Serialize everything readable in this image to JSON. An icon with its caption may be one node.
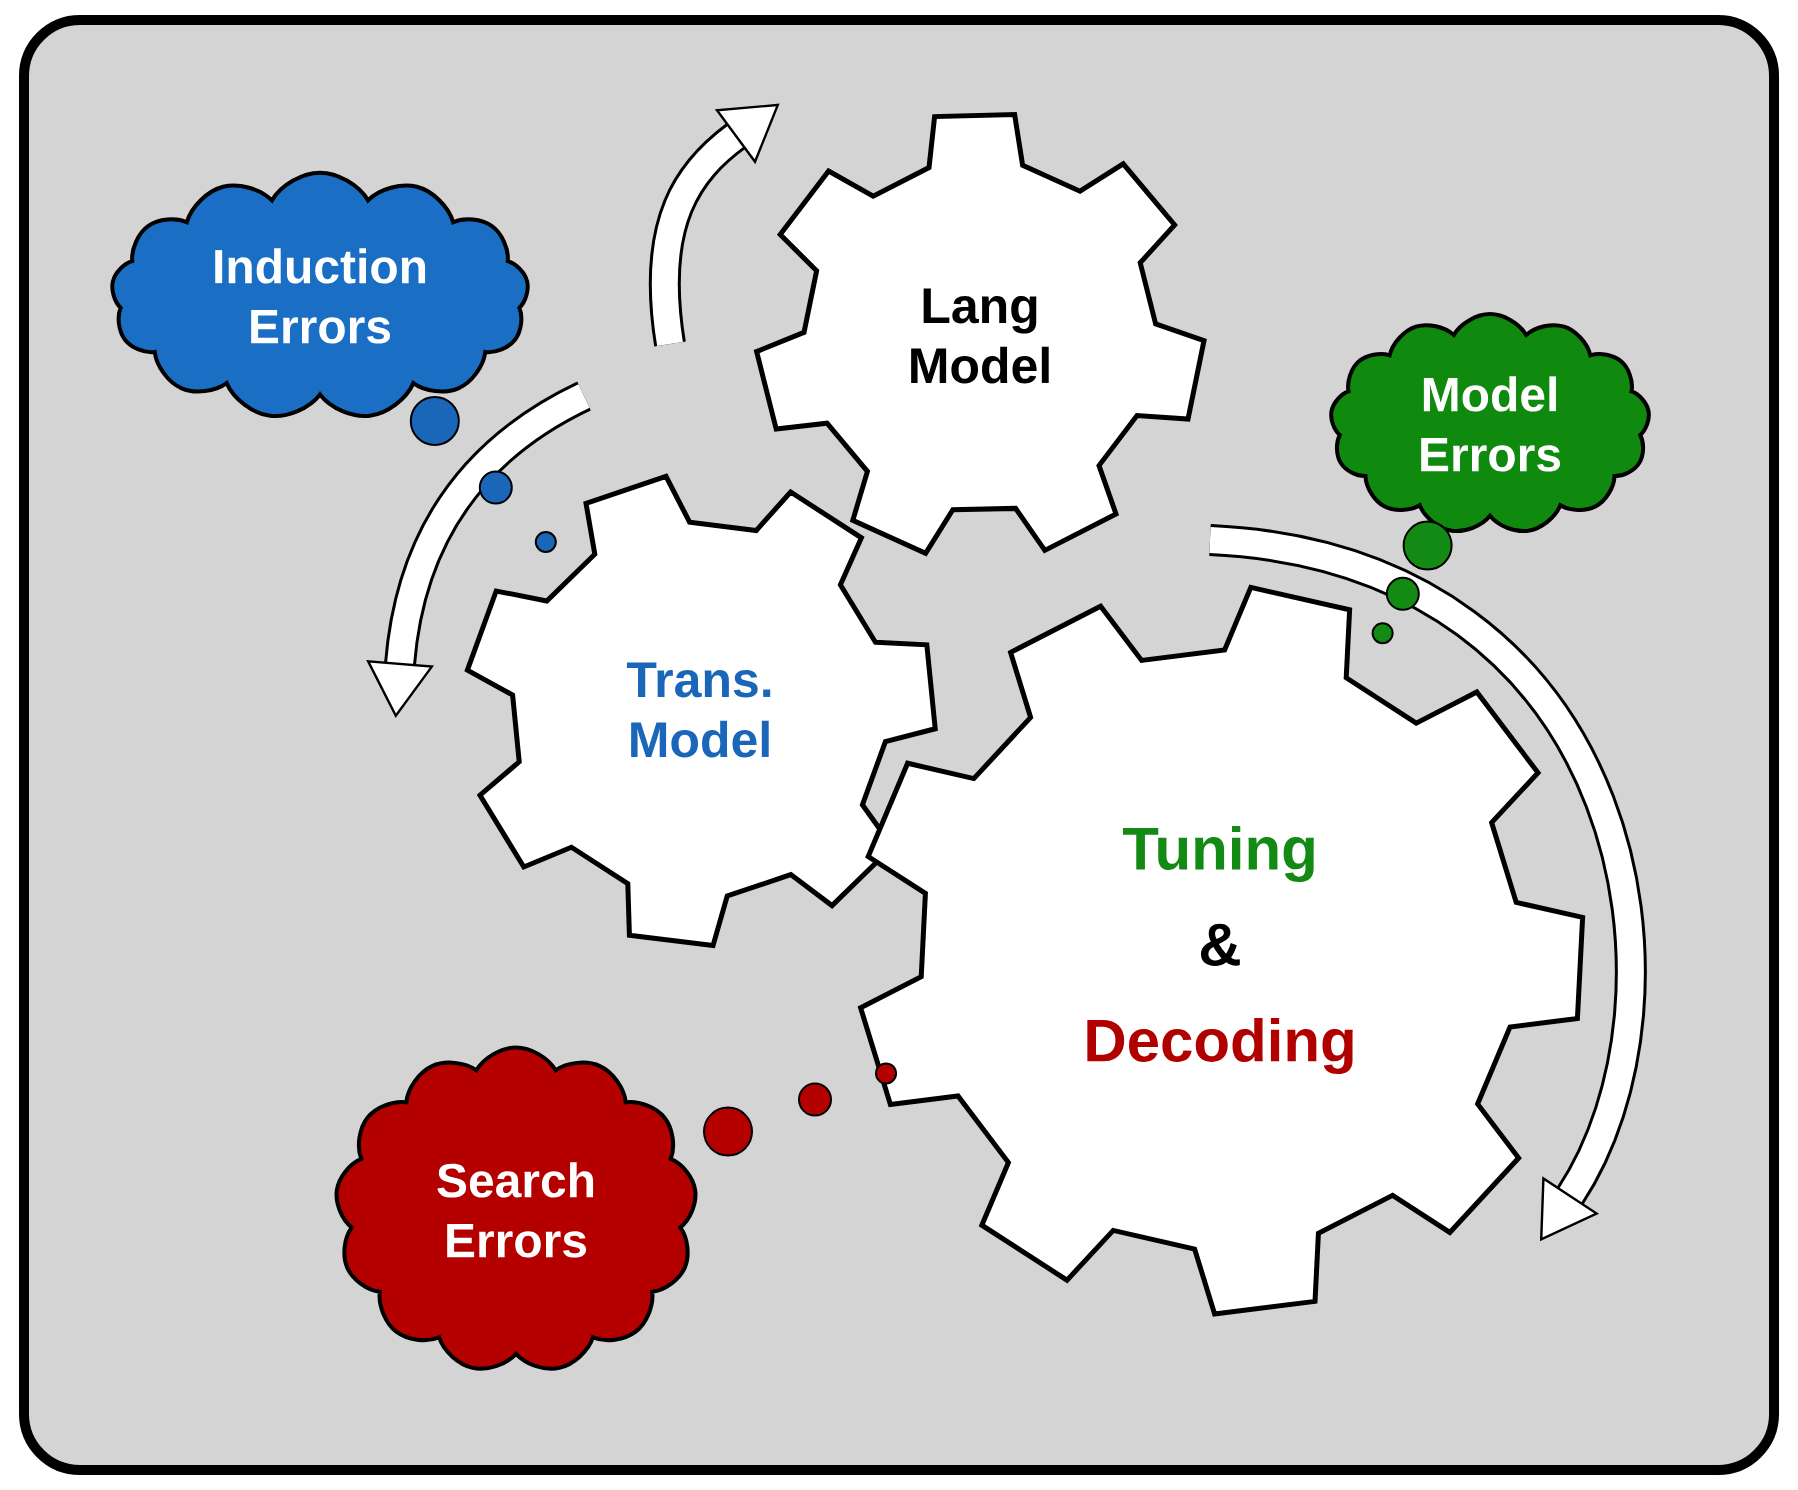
{
  "diagram": {
    "nodes": [
      {
        "text": [
          "Induction Errors"
        ]
      },
      {
        "text": [
          "Lang Model"
        ]
      },
      {
        "text": [
          "Model Errors"
        ]
      },
      {
        "text": [
          "Trans. Model"
        ]
      },
      {
        "text": [
          "Tuning",
          "&",
          "Decoding"
        ]
      },
      {
        "text": [
          "Search Errors"
        ]
      }
    ]
  }
}
